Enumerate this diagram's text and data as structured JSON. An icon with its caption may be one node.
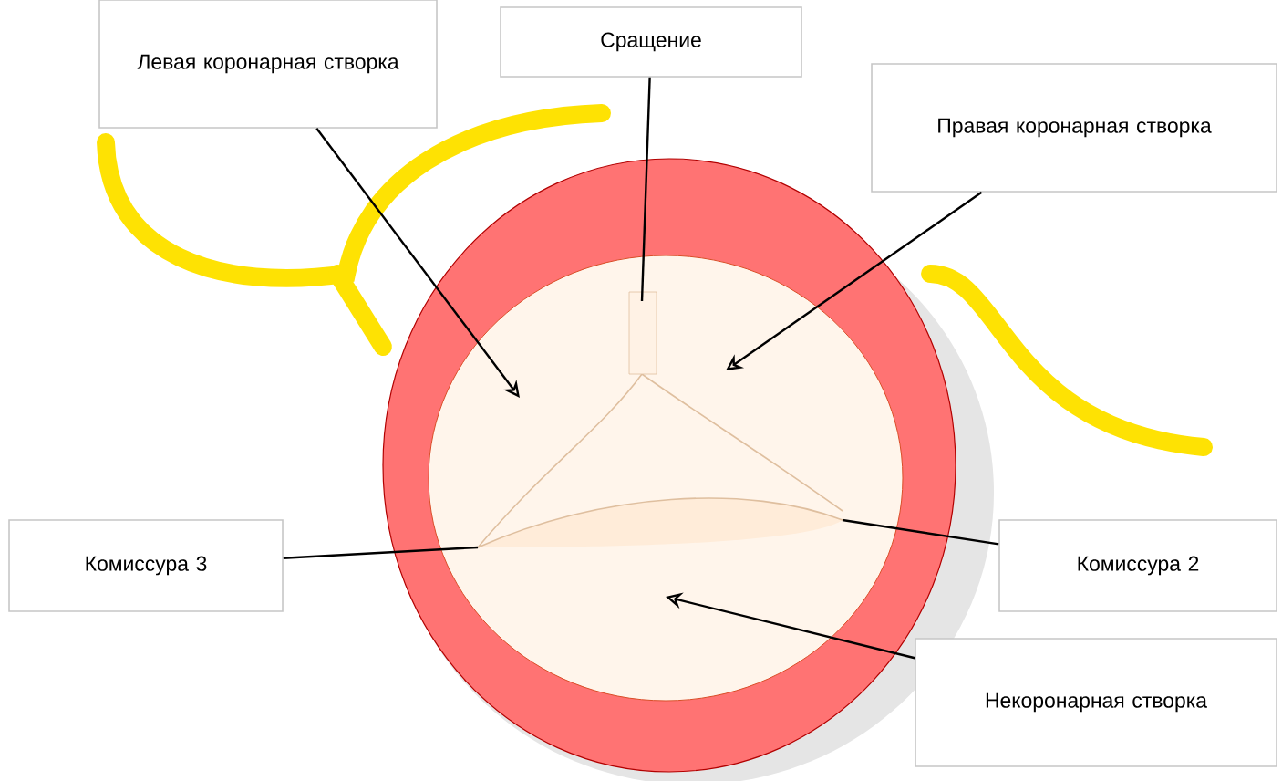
{
  "diagram": {
    "nodes": [
      {
        "text": [
          "Левая коронарная створка"
        ]
      },
      {
        "text": [
          "Сращение"
        ]
      },
      {
        "text": [
          "Правая коронарная створка"
        ]
      },
      {
        "text": [
          "Комиссура 3"
        ]
      },
      {
        "text": [
          "Комиссура 2"
        ]
      },
      {
        "text": [
          "Некоронарная створка"
        ]
      }
    ],
    "edges": [
      {
        "from": 0,
        "to": null,
        "arrow": "to"
      },
      {
        "from": 1,
        "to": null,
        "arrow": "none"
      },
      {
        "from": 2,
        "to": null,
        "arrow": "to"
      },
      {
        "from": 3,
        "to": null,
        "arrow": "none"
      },
      {
        "from": 4,
        "to": null,
        "arrow": "none"
      },
      {
        "from": 5,
        "to": null,
        "arrow": "to"
      }
    ]
  }
}
